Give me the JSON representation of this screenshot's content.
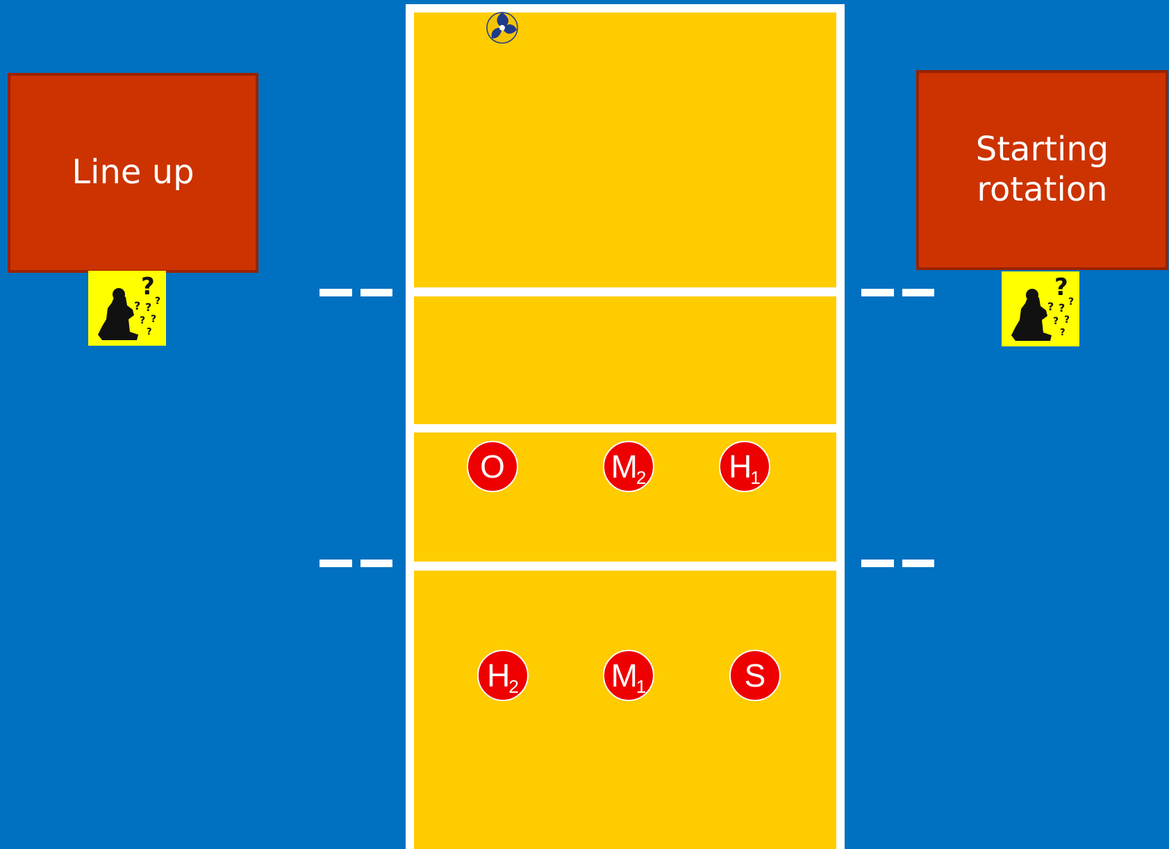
{
  "buttons": {
    "lineup": {
      "label": "Line up"
    },
    "rotation": {
      "line1": "Starting",
      "line2": "rotation"
    }
  },
  "players": {
    "front_left": {
      "letter": "O",
      "sub": ""
    },
    "front_middle": {
      "letter": "M",
      "sub": "2"
    },
    "front_right": {
      "letter": "H",
      "sub": "1"
    },
    "back_left": {
      "letter": "H",
      "sub": "2"
    },
    "back_middle": {
      "letter": "M",
      "sub": "1"
    },
    "back_right": {
      "letter": "S",
      "sub": ""
    }
  },
  "icons": {
    "thinker": "thinker-question-icon",
    "ball": "volleyball-icon"
  },
  "colors": {
    "background": "#0070C0",
    "court": "#FFCC00",
    "court_lines": "#FFFFFF",
    "button": "#CC3300",
    "player": "#EE0000",
    "thinker_bg": "#FFFF00"
  }
}
